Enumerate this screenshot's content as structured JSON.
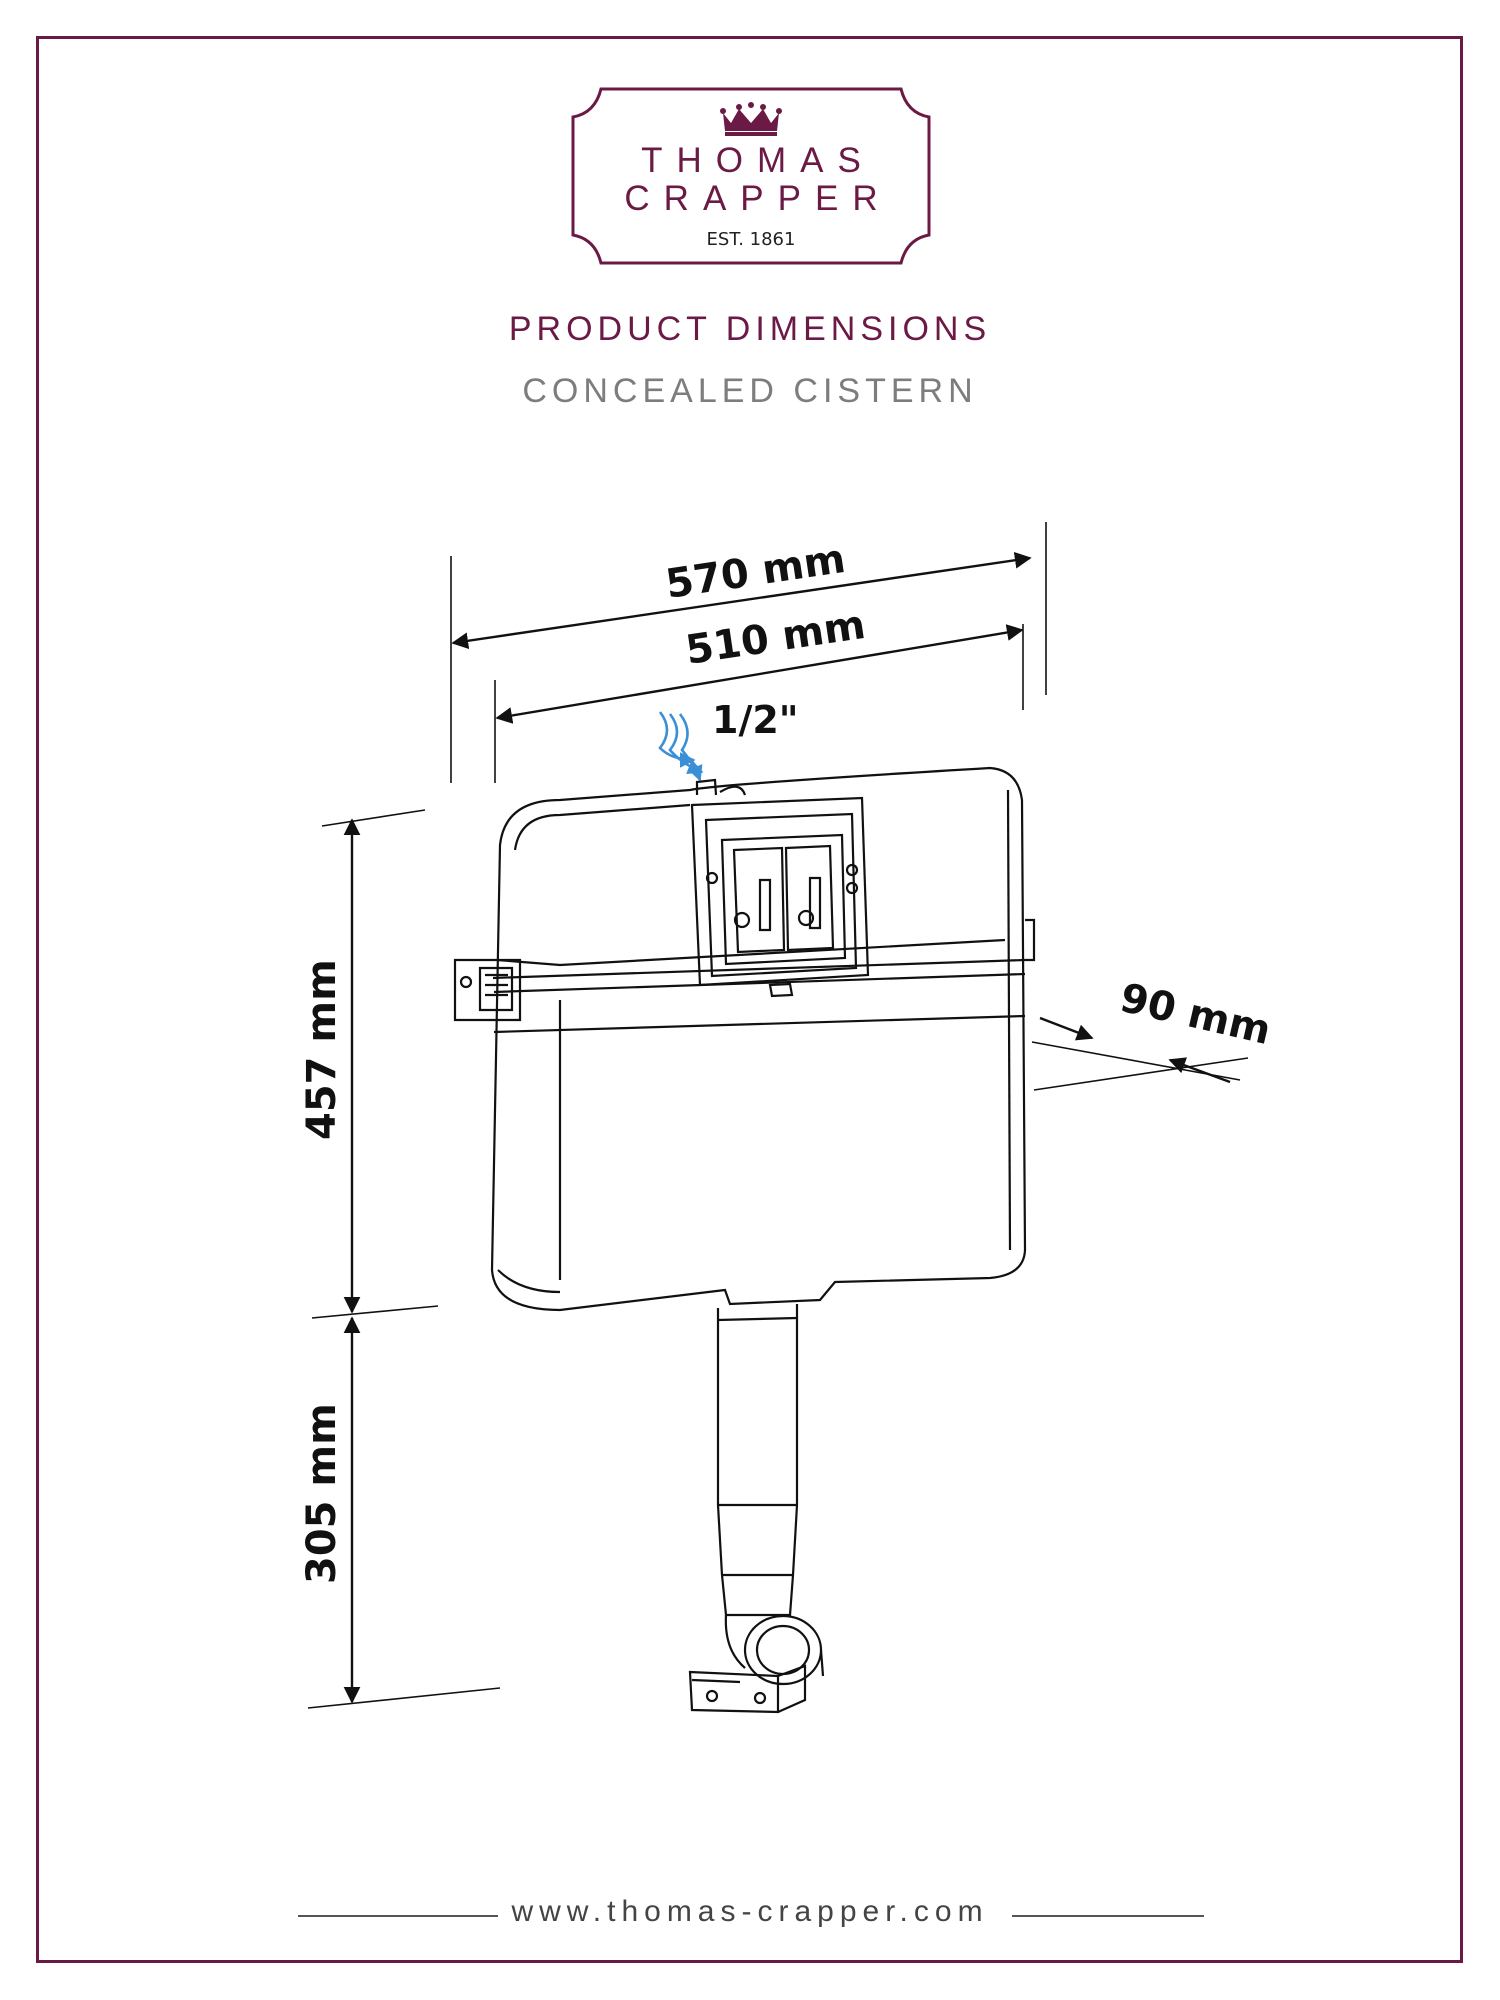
{
  "brand": {
    "line1": "THOMAS",
    "line2": "CRAPPER",
    "established": "EST. 1861",
    "crown_icon": "crown-icon",
    "color": "#6b1a45"
  },
  "heading": {
    "title": "PRODUCT DIMENSIONS",
    "subtitle": "CONCEALED CISTERN"
  },
  "dimensions": {
    "overall_width": "570 mm",
    "body_width": "510 mm",
    "inlet": "1/2\"",
    "depth": "90 mm",
    "cistern_height": "457 mm",
    "outlet_height": "305 mm"
  },
  "footer": {
    "url": "www.thomas-crapper.com"
  },
  "colors": {
    "frame": "#6b1a45",
    "subtitle": "#7d7d7d",
    "inlet_arrow": "#3b8fd6",
    "line": "#111111"
  }
}
